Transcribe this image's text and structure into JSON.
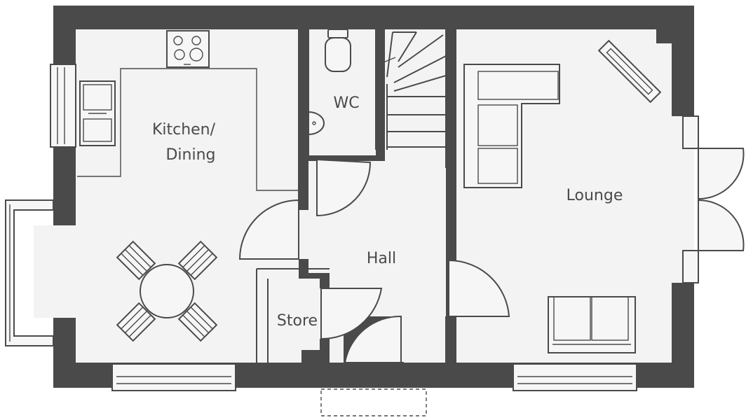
{
  "rooms": {
    "kitchen_line1": "Kitchen/",
    "kitchen_line2": "Dining",
    "wc": "WC",
    "lounge": "Lounge",
    "hall": "Hall",
    "store": "Store"
  },
  "colors": {
    "wall": "#4a4a4a",
    "floor": "#f3f3f3",
    "background": "#ffffff"
  }
}
